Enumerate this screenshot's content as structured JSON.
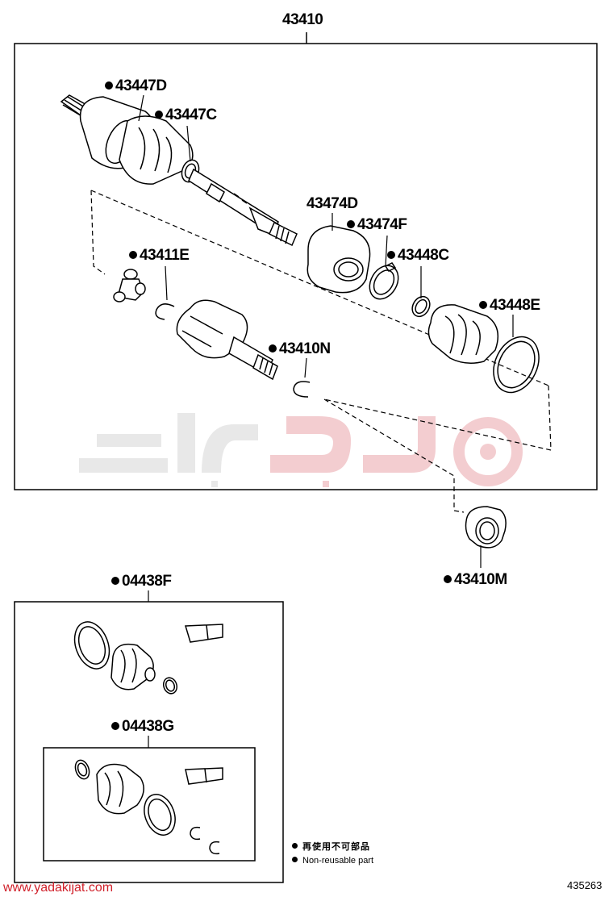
{
  "diagram": {
    "figure_number": "435263",
    "main_assembly": {
      "part_no": "43410"
    },
    "parts": [
      {
        "id": "43447D",
        "label": "43447D",
        "non_reusable": true
      },
      {
        "id": "43447C",
        "label": "43447C",
        "non_reusable": true
      },
      {
        "id": "43474D",
        "label": "43474D",
        "non_reusable": false
      },
      {
        "id": "43474F",
        "label": "43474F",
        "non_reusable": true
      },
      {
        "id": "43411E",
        "label": "43411E",
        "non_reusable": true
      },
      {
        "id": "43448C",
        "label": "43448C",
        "non_reusable": true
      },
      {
        "id": "43448E",
        "label": "43448E",
        "non_reusable": true
      },
      {
        "id": "43410N",
        "label": "43410N",
        "non_reusable": true
      },
      {
        "id": "43410M",
        "label": "43410M",
        "non_reusable": true
      }
    ],
    "kits": [
      {
        "id": "04438F",
        "label": "04438F",
        "non_reusable": true
      },
      {
        "id": "04438G",
        "label": "04438G",
        "non_reusable": true
      }
    ],
    "legend": {
      "chinese": "再使用不可部品",
      "english": "Non-reusable part"
    },
    "website": "www.yadakijat.com",
    "watermark_color": "#e0e0e0",
    "accent_color": "#d0202a"
  }
}
